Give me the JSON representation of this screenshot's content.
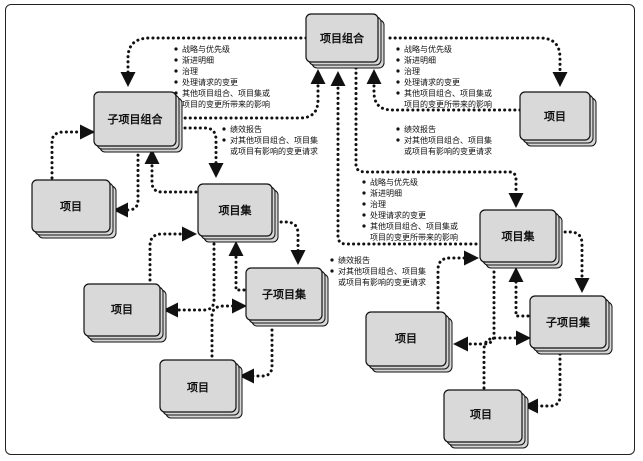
{
  "nodes": {
    "portfolio": "项目组合",
    "subportfolio": "子项目组合",
    "program_left": "项目集",
    "subprogram_left": "子项目集",
    "project_a": "项目",
    "project_b": "项目",
    "project_c": "项目",
    "project_right": "项目",
    "program_right": "项目集",
    "subprogram_right": "子项目集",
    "project_d": "项目",
    "project_e": "项目"
  },
  "notes": {
    "top_left": [
      "战略与优先级",
      "渐进明细",
      "治理",
      "处理请求的变更",
      "其他项目组合、项目集或",
      "项目的变更所带来的影响"
    ],
    "top_right": [
      "战略与优先级",
      "渐进明细",
      "治理",
      "处理请求的变更",
      "其他项目组合、项目集或",
      "项目的变更所带来的影响"
    ],
    "report_left": [
      "绩效报告",
      "对其他项目组合、项目集",
      "或项目有影响的变更请求"
    ],
    "report_right": [
      "绩效报告",
      "对其他项目组合、项目集",
      "或项目有影响的变更请求"
    ],
    "middle_right": [
      "战略与优先级",
      "渐进明细",
      "治理",
      "处理请求的变更",
      "其他项目组合、项目集或",
      "项目的变更所带来的影响"
    ],
    "report_bottom": [
      "绩效报告",
      "对其他项目组合、项目集",
      "或项目有影响的变更请求"
    ]
  }
}
